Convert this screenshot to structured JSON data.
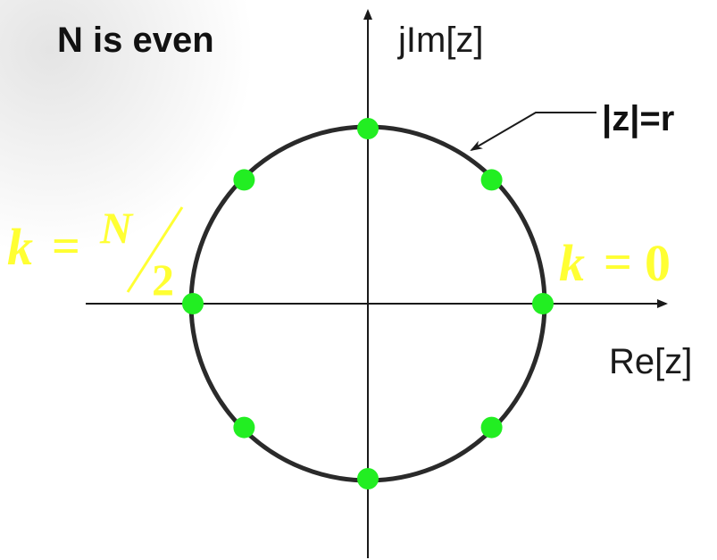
{
  "title": "N is even",
  "axes": {
    "x_label": "Re[z]",
    "y_label": "jIm[z]"
  },
  "circle_label": "|z|=r",
  "annotations": {
    "left": {
      "k": "k",
      "eq": "=",
      "num": "N",
      "den": "2"
    },
    "right": {
      "k": "k",
      "eq": "=",
      "val": "0"
    }
  },
  "roots": {
    "count": 8,
    "start_angle_deg": 0
  },
  "colors": {
    "root": "#22ee22",
    "circle": "#2a2a2a",
    "axis": "#1a1a1a",
    "highlight": "#ffff33"
  }
}
